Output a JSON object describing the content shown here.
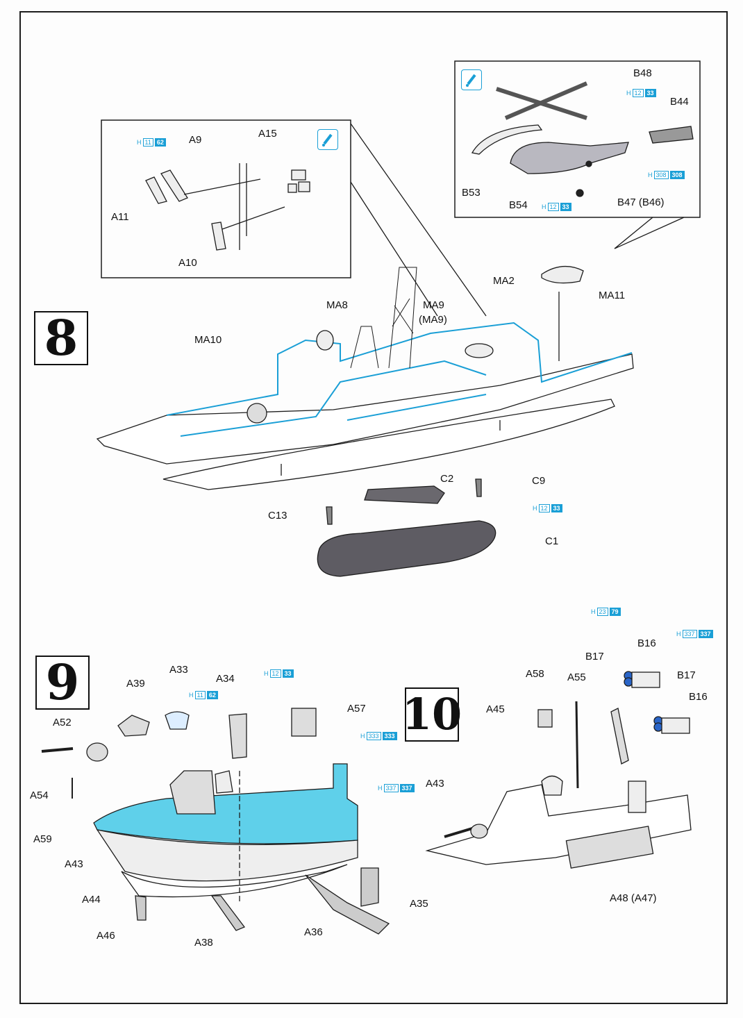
{
  "steps": {
    "s8": "8",
    "s9": "9",
    "s10": "10"
  },
  "labels": {
    "A9": "A9",
    "A15": "A15",
    "A11": "A11",
    "A10": "A10",
    "B48": "B48",
    "B44": "B44",
    "B53": "B53",
    "B54": "B54",
    "B47": "B47 (B46)",
    "MA2": "MA2",
    "MA8": "MA8",
    "MA9": "MA9",
    "MA9b": "(MA9)",
    "MA10": "MA10",
    "MA11": "MA11",
    "C2": "C2",
    "C9": "C9",
    "C13": "C13",
    "C1": "C1",
    "A33": "A33",
    "A39": "A39",
    "A34": "A34",
    "A57": "A57",
    "A52": "A52",
    "A54": "A54",
    "A59": "A59",
    "A43": "A43",
    "A44": "A44",
    "A46": "A46",
    "A38": "A38",
    "A36": "A36",
    "A35": "A35",
    "B16a": "B16",
    "B17a": "B17",
    "B17b": "B17",
    "B16b": "B16",
    "A58": "A58",
    "A55": "A55",
    "A45": "A45",
    "A43b": "A43",
    "A48": "A48 (A47)"
  },
  "paints": [
    {
      "h": "H",
      "o": "11",
      "f": "62"
    },
    {
      "h": "H",
      "o": "12",
      "f": "33"
    },
    {
      "h": "H",
      "o": "308",
      "f": "308"
    },
    {
      "h": "H",
      "o": "12",
      "f": "33"
    },
    {
      "h": "H",
      "o": "12",
      "f": "33"
    },
    {
      "h": "H",
      "o": "11",
      "f": "62"
    },
    {
      "h": "H",
      "o": "12",
      "f": "33"
    },
    {
      "h": "H",
      "o": "333",
      "f": "333"
    },
    {
      "h": "H",
      "o": "337",
      "f": "337"
    },
    {
      "h": "H",
      "o": "23",
      "f": "79"
    },
    {
      "h": "H",
      "o": "337",
      "f": "337"
    }
  ],
  "colors": {
    "accent": "#1a9fd6",
    "deck": "#5fd0ea",
    "stand": "#5e5c63",
    "line": "#1d1d1d"
  }
}
